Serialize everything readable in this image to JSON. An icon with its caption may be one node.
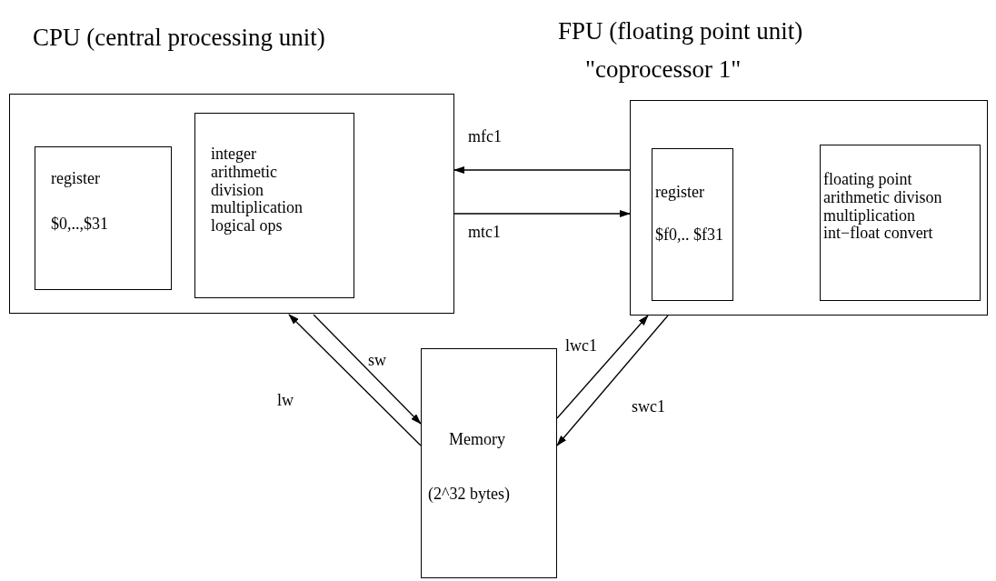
{
  "diagram": {
    "nodes": [
      {
        "text": [
          "CPU  (central processing unit)"
        ]
      },
      {
        "text": [
          "register",
          "$0,..,$31"
        ],
        "in": 0
      },
      {
        "text": [
          "integer arithmetic division multiplication logical ops"
        ],
        "in": 0
      },
      {
        "text": [
          "FPU  (floating point unit)",
          "\"coprocessor 1\""
        ]
      },
      {
        "text": [
          "register",
          "$f0,.. $f31"
        ],
        "in": 3
      },
      {
        "text": [
          "floating point arithmetic divison multiplication int−float convert"
        ],
        "in": 3
      },
      {
        "text": [
          "Memory",
          "(2^32 bytes)"
        ]
      }
    ],
    "edges": [
      {
        "from": 3,
        "to": 0,
        "arrow": "to",
        "label": "mfc1"
      },
      {
        "from": 0,
        "to": 3,
        "arrow": "to",
        "label": "mtc1"
      },
      {
        "from": 0,
        "to": 6,
        "arrow": "to",
        "label": "sw"
      },
      {
        "from": 6,
        "to": 0,
        "arrow": "to",
        "label": "lw"
      },
      {
        "from": 6,
        "to": 3,
        "arrow": "to",
        "label": "lwc1"
      },
      {
        "from": 3,
        "to": 6,
        "arrow": "to",
        "label": "swc1"
      }
    ]
  }
}
